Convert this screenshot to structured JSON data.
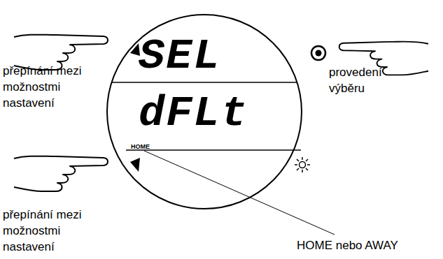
{
  "diagram": {
    "nodes": [
      {
        "text": [
          "SEL",
          "dFLt",
          "HOME"
        ]
      }
    ],
    "labels": [
      "přepínání mezi možnostmi nastavení",
      "provedení výběru",
      "přepínání mezi možnostmi nastavení",
      "HOME nebo AWAY"
    ]
  }
}
